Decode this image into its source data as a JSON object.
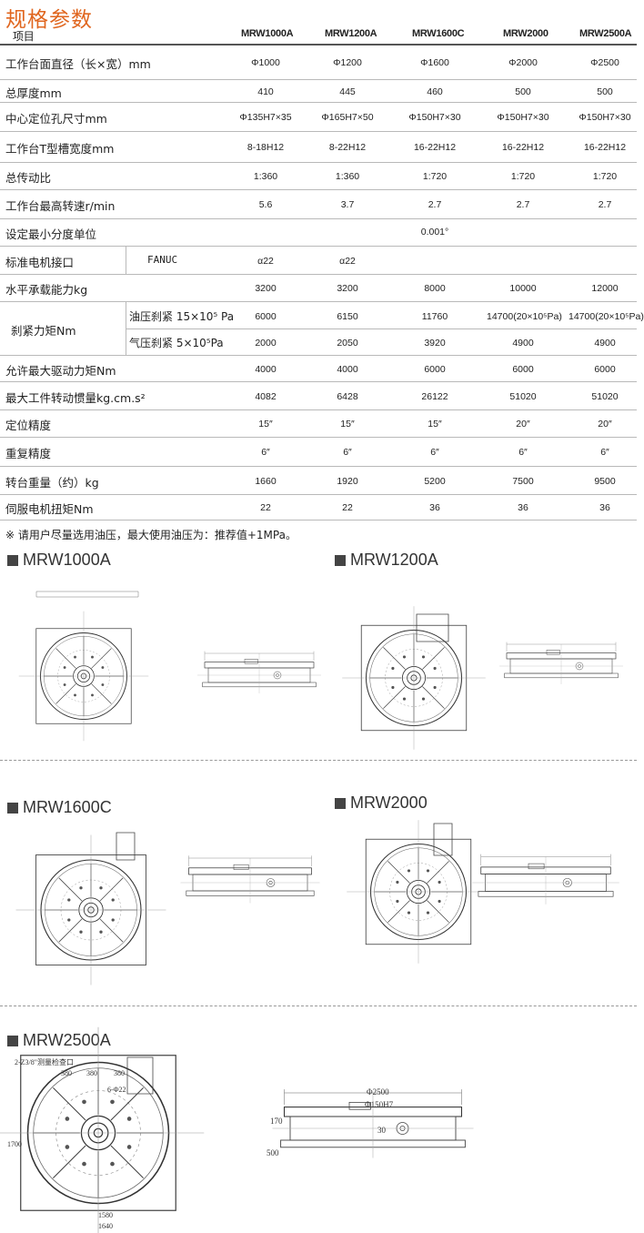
{
  "page_title": "规格参数",
  "table": {
    "header_item": "项目",
    "models": [
      "MRW1000A",
      "MRW1200A",
      "MRW1600C",
      "MRW2000",
      "MRW2500A"
    ],
    "rows": [
      {
        "label": "工作台面直径（长×宽）mm",
        "values": [
          "Φ1000",
          "Φ1200",
          "Φ1600",
          "Φ2000",
          "Φ2500"
        ]
      },
      {
        "label": "总厚度mm",
        "values": [
          "410",
          "445",
          "460",
          "500",
          "500"
        ]
      },
      {
        "label": "中心定位孔尺寸mm",
        "values": [
          "Φ135H7×35",
          "Φ165H7×50",
          "Φ150H7×30",
          "Φ150H7×30",
          "Φ150H7×30"
        ]
      },
      {
        "label": "工作台T型槽宽度mm",
        "values": [
          "8-18H12",
          "8-22H12",
          "16-22H12",
          "16-22H12",
          "16-22H12"
        ]
      },
      {
        "label": "总传动比",
        "values": [
          "1:360",
          "1:360",
          "1:720",
          "1:720",
          "1:720"
        ]
      },
      {
        "label": "工作台最高转速r/min",
        "values": [
          "5.6",
          "3.7",
          "2.7",
          "2.7",
          "2.7"
        ]
      },
      {
        "label": "设定最小分度单位",
        "span_value": "0.001°"
      },
      {
        "label": "标准电机接口",
        "sub_label": "FANUC",
        "values": [
          "α22",
          "α22",
          "",
          "",
          ""
        ]
      },
      {
        "label": "水平承载能力kg",
        "values": [
          "3200",
          "3200",
          "8000",
          "10000",
          "12000"
        ]
      },
      {
        "label": "刹紧力矩Nm",
        "sub_rows": [
          {
            "label": "油压刹紧 15×10⁵ Pa",
            "values": [
              "6000",
              "6150",
              "11760",
              "14700(20×10⁵Pa)",
              "14700(20×10⁵Pa)"
            ]
          },
          {
            "label": "气压刹紧 5×10⁵Pa",
            "values": [
              "2000",
              "2050",
              "3920",
              "4900",
              "4900"
            ]
          }
        ]
      },
      {
        "label": "允许最大驱动力矩Nm",
        "values": [
          "4000",
          "4000",
          "6000",
          "6000",
          "6000"
        ]
      },
      {
        "label": "最大工件转动惯量kg.cm.s²",
        "values": [
          "4082",
          "6428",
          "26122",
          "51020",
          "51020"
        ]
      },
      {
        "label": "定位精度",
        "values": [
          "15″",
          "15″",
          "15″",
          "20″",
          "20″"
        ]
      },
      {
        "label": "重复精度",
        "values": [
          "6″",
          "6″",
          "6″",
          "6″",
          "6″"
        ]
      },
      {
        "label": "转台重量（约）kg",
        "values": [
          "1660",
          "1920",
          "5200",
          "7500",
          "9500"
        ]
      },
      {
        "label": "伺服电机扭矩Nm",
        "values": [
          "22",
          "22",
          "36",
          "36",
          "36"
        ]
      }
    ]
  },
  "note": "※ 请用户尽量选用油压，最大使用油压为：推荐值+1MPa。",
  "drawings": [
    {
      "title": "MRW1000A"
    },
    {
      "title": "MRW1200A"
    },
    {
      "title": "MRW1600C"
    },
    {
      "title": "MRW2000"
    },
    {
      "title": "MRW2500A",
      "dims": [
        "2-Z3/8\"测量检查口",
        "380",
        "380",
        "380",
        "6-Φ22",
        "1700",
        "1580",
        "1640",
        "Φ2500",
        "Φ150H7",
        "30",
        "170",
        "500"
      ]
    }
  ]
}
